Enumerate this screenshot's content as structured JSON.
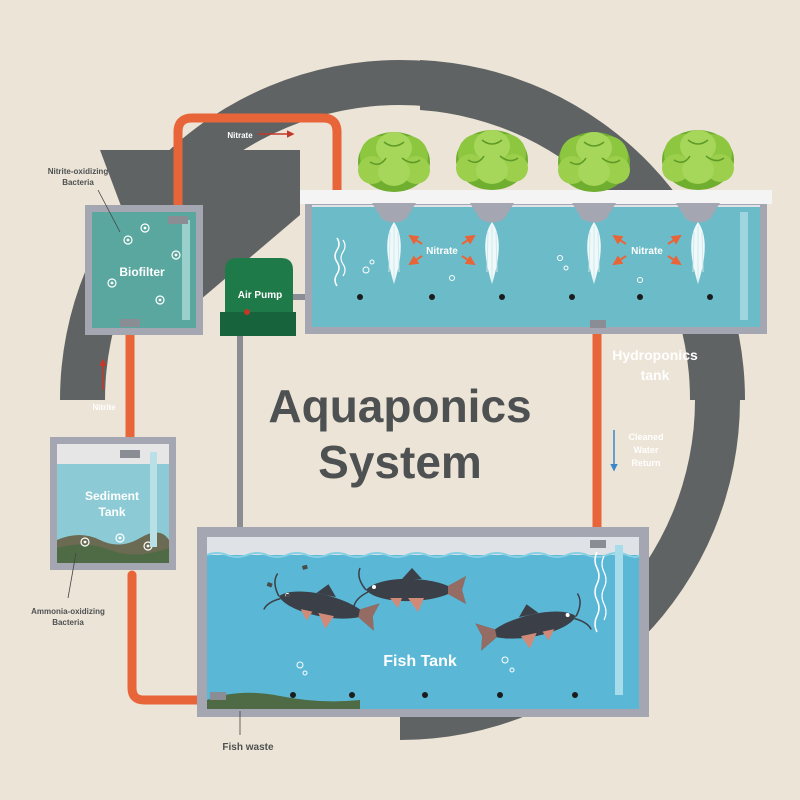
{
  "title_line1": "Aquaponics",
  "title_line2": "System",
  "labels": {
    "biofilter": "Biofilter",
    "sediment_line1": "Sediment",
    "sediment_line2": "Tank",
    "air_pump": "Air Pump",
    "hydro_line1": "Hydroponics",
    "hydro_line2": "tank",
    "fish_tank": "Fish Tank",
    "nitrate_top": "Nitrate",
    "nitrate_left": "Nitrate",
    "nitrate_right": "Nitrate",
    "nitrite": "Nitrite",
    "nitrite_bact_line1": "Nitrite-oxidizing",
    "nitrite_bact_line2": "Bacteria",
    "ammonia_bact_line1": "Ammonia-oxidizing",
    "ammonia_bact_line2": "Bacteria",
    "cleaned_line1": "Cleaned",
    "cleaned_line2": "Water",
    "cleaned_line3": "Return",
    "fish_waste": "Fish waste"
  },
  "colors": {
    "background": "#ece4d6",
    "cycle_arrow": "#606363",
    "pipe": "#e8653a",
    "water": "#6bbcc8",
    "fish_water": "#5ab8d6",
    "tank_frame": "#a4a6b2",
    "air_pump": "#1f7a4a",
    "lettuce": "#8dc63f",
    "fish": "#3b3f47",
    "red_arrow": "#c0392b",
    "blue_arrow": "#3a86c8"
  }
}
